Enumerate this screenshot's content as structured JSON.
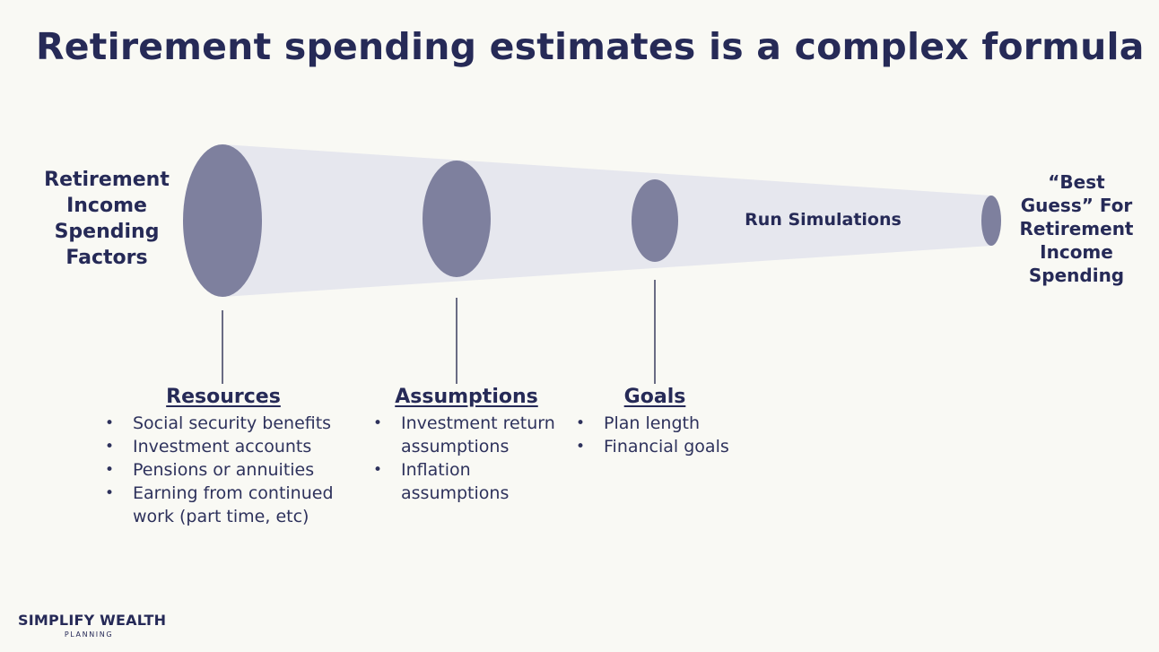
{
  "slide": {
    "title": "Retirement spending estimates is a complex formula"
  },
  "funnel": {
    "start_label": "Retirement Income Spending Factors",
    "simulation_label": "Run Simulations",
    "end_label": "“Best Guess” For Retirement Income Spending"
  },
  "columns": [
    {
      "heading": "Resources",
      "items": [
        "Social security benefits",
        "Investment accounts",
        "Pensions or annuities",
        "Earning from continued work (part time, etc)"
      ]
    },
    {
      "heading": "Assumptions",
      "items": [
        "Investment return assumptions",
        "Inflation assumptions"
      ]
    },
    {
      "heading": "Goals",
      "items": [
        "Plan length",
        "Financial goals"
      ]
    }
  ],
  "brand": {
    "name": "SIMPLIFY WEALTH",
    "tagline": "PLANNING"
  },
  "colors": {
    "background": "#f9f9f4",
    "text": "#262a57",
    "disc": "#7e809e",
    "funnel": "#e6e7ee"
  }
}
